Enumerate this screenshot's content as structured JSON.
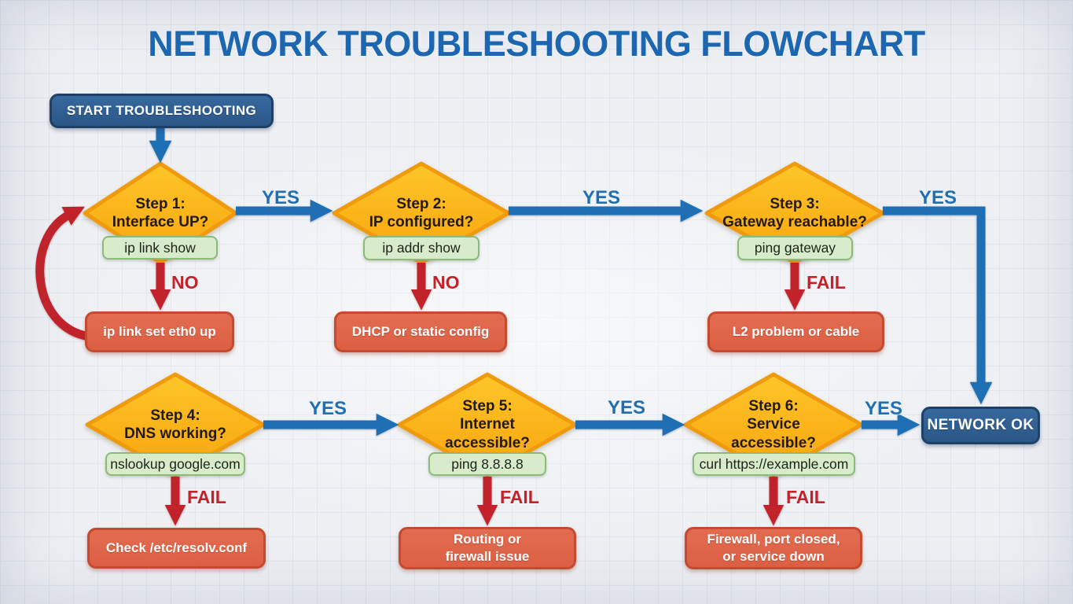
{
  "title": "NETWORK TROUBLESHOOTING FLOWCHART",
  "start": {
    "label": "START TROUBLESHOOTING"
  },
  "end": {
    "label": "NETWORK OK"
  },
  "steps": [
    {
      "question": "Step 1:\nInterface UP?",
      "command": "ip link show",
      "yes_label": "YES",
      "fail_label": "NO",
      "action": "ip link set eth0 up"
    },
    {
      "question": "Step 2:\nIP configured?",
      "command": "ip addr show",
      "yes_label": "YES",
      "fail_label": "NO",
      "action": "DHCP or static config"
    },
    {
      "question": "Step 3:\nGateway reachable?",
      "command": "ping gateway",
      "yes_label": "YES",
      "fail_label": "FAIL",
      "action": "L2 problem or cable"
    },
    {
      "question": "Step 4:\nDNS working?",
      "command": "nslookup google.com",
      "yes_label": "YES",
      "fail_label": "FAIL",
      "action": "Check /etc/resolv.conf"
    },
    {
      "question": "Step 5:\nInternet\naccessible?",
      "command": "ping 8.8.8.8",
      "yes_label": "YES",
      "fail_label": "FAIL",
      "action": "Routing or\nfirewall issue"
    },
    {
      "question": "Step 6:\nService\naccessible?",
      "command": "curl https://example.com",
      "yes_label": "YES",
      "fail_label": "FAIL",
      "action": "Firewall, port closed,\nor service down"
    }
  ],
  "colors": {
    "title_blue": "#1b67b2",
    "arrow_blue": "#1f6fb5",
    "fail_red": "#c2222a",
    "diamond_fill": "#fbb515",
    "diamond_border": "#f09a0e",
    "command_fill": "#d8eccc",
    "command_border": "#8abb78",
    "action_fill": "#e0664b",
    "action_border": "#c54a30",
    "node_fill": "#2e6095",
    "node_border": "#1d4068",
    "background": "#eef0f4"
  }
}
